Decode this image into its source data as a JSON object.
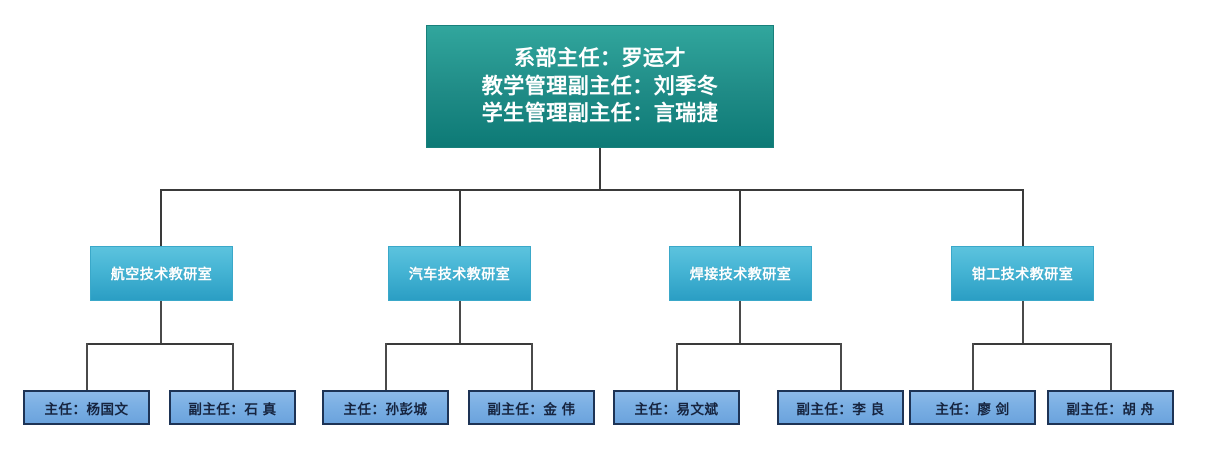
{
  "diagram": {
    "title": "",
    "type": "organization-chart",
    "colors": {
      "root_fill_top": "#31a69d",
      "root_fill_bottom": "#0d7a76",
      "dept_fill_top": "#5cc3de",
      "dept_fill_bottom": "#2b9ec4",
      "leaf_fill": "#7cb0e4",
      "leaf_border": "#1d3355",
      "connector": "#3a3a3a",
      "root_text": "#ffffff",
      "dept_text": "#ffffff",
      "leaf_text": "#16243f"
    }
  },
  "root": {
    "lines": [
      "系部主任：罗运才",
      "教学管理副主任：刘季冬",
      "学生管理副主任：言瑞捷"
    ]
  },
  "departments": [
    {
      "label": "航空技术教研室",
      "staff": [
        {
          "label": "主任：杨国文"
        },
        {
          "label": "副主任：石 真"
        }
      ]
    },
    {
      "label": "汽车技术教研室",
      "staff": [
        {
          "label": "主任：孙彭城"
        },
        {
          "label": "副主任：金 伟"
        }
      ]
    },
    {
      "label": "焊接技术教研室",
      "staff": [
        {
          "label": "主任：易文斌"
        },
        {
          "label": "副主任：李 良"
        }
      ]
    },
    {
      "label": "钳工技术教研室",
      "staff": [
        {
          "label": "主任：廖 剑"
        },
        {
          "label": "副主任：胡 舟"
        }
      ]
    }
  ]
}
